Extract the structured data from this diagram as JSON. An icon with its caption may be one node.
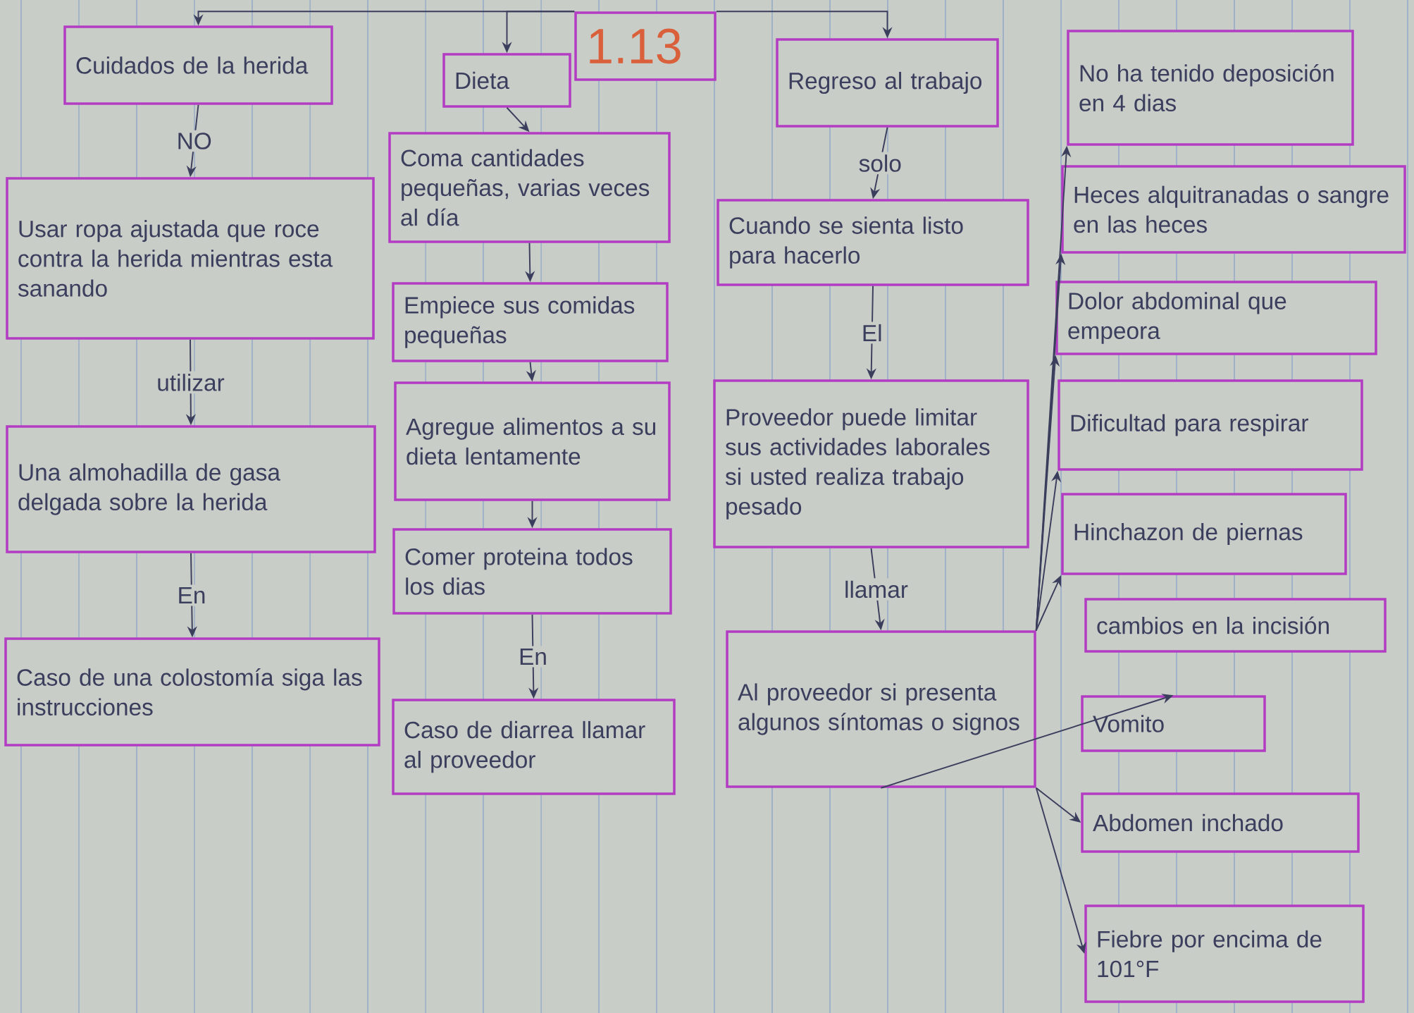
{
  "diagram": {
    "nodes": [
      {
        "text": [
          "1.13"
        ]
      },
      {
        "text": [
          "Cuidados de la herida"
        ]
      },
      {
        "text": [
          "Usar ropa ajustada que roce contra la herida mientras esta sanando"
        ]
      },
      {
        "text": [
          "Una almohadilla de gasa delgada sobre la herida"
        ]
      },
      {
        "text": [
          "Caso de una colostomía siga las instrucciones"
        ]
      },
      {
        "text": [
          "Dieta"
        ]
      },
      {
        "text": [
          "Coma cantidades pequeñas, varias veces al día"
        ]
      },
      {
        "text": [
          "Empiece sus comidas pequeñas"
        ]
      },
      {
        "text": [
          "Agregue alimentos a su dieta lentamente"
        ]
      },
      {
        "text": [
          "Comer proteina todos los dias"
        ]
      },
      {
        "text": [
          "Caso de diarrea llamar al proveedor"
        ]
      },
      {
        "text": [
          "Regreso al trabajo"
        ]
      },
      {
        "text": [
          "Cuando se sienta listo para hacerlo"
        ]
      },
      {
        "text": [
          "Proveedor puede limitar sus actividades laborales si usted realiza trabajo pesado"
        ]
      },
      {
        "text": [
          "Al proveedor si presenta algunos síntomas o signos"
        ]
      },
      {
        "text": [
          "No ha tenido deposición en 4 dias"
        ]
      },
      {
        "text": [
          "Heces alquitranadas o sangre en las heces"
        ]
      },
      {
        "text": [
          "Dolor abdominal que empeora"
        ]
      },
      {
        "text": [
          "Dificultad para respirar"
        ]
      },
      {
        "text": [
          "Hinchazon de piernas"
        ]
      },
      {
        "text": [
          "cambios en la incisión"
        ]
      },
      {
        "text": [
          "Vomito"
        ]
      },
      {
        "text": [
          "Abdomen inchado"
        ]
      },
      {
        "text": [
          "Fiebre por encima de 101°F"
        ]
      }
    ],
    "edges": [
      {
        "from": 0,
        "to": 1,
        "arrow": "to"
      },
      {
        "from": 0,
        "to": 5,
        "arrow": "to"
      },
      {
        "from": 0,
        "to": 11,
        "arrow": "to"
      },
      {
        "from": 1,
        "to": 2,
        "arrow": "to",
        "label": "NO"
      },
      {
        "from": 2,
        "to": 3,
        "arrow": "to",
        "label": "utilizar"
      },
      {
        "from": 3,
        "to": 4,
        "arrow": "to",
        "label": "En"
      },
      {
        "from": 5,
        "to": 6,
        "arrow": "to"
      },
      {
        "from": 6,
        "to": 7,
        "arrow": "to"
      },
      {
        "from": 7,
        "to": 8,
        "arrow": "to"
      },
      {
        "from": 8,
        "to": 9,
        "arrow": "to"
      },
      {
        "from": 9,
        "to": 10,
        "arrow": "to",
        "label": "En"
      },
      {
        "from": 11,
        "to": 12,
        "arrow": "to",
        "label": "solo"
      },
      {
        "from": 12,
        "to": 13,
        "arrow": "to",
        "label": "El"
      },
      {
        "from": 13,
        "to": 14,
        "arrow": "to",
        "label": "llamar"
      },
      {
        "from": 14,
        "to": 15,
        "arrow": "to"
      },
      {
        "from": 14,
        "to": 16,
        "arrow": "to"
      },
      {
        "from": 14,
        "to": 17,
        "arrow": "to"
      },
      {
        "from": 14,
        "to": 18,
        "arrow": "to"
      },
      {
        "from": 14,
        "to": 19,
        "arrow": "to"
      },
      {
        "from": 14,
        "to": 21,
        "arrow": "to"
      },
      {
        "from": 14,
        "to": 22,
        "arrow": "to"
      },
      {
        "from": 14,
        "to": 23,
        "arrow": "to"
      }
    ]
  }
}
